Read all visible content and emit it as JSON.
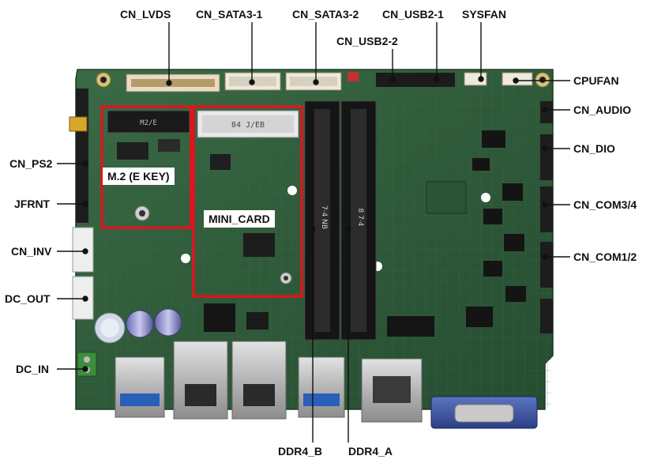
{
  "labels": {
    "cn_lvds": "CN_LVDS",
    "cn_sata3_1": "CN_SATA3-1",
    "cn_sata3_2": "CN_SATA3-2",
    "cn_usb2_1": "CN_USB2-1",
    "sysfan": "SYSFAN",
    "cn_usb2_2": "CN_USB2-2",
    "cpufan": "CPUFAN",
    "cn_audio": "CN_AUDIO",
    "cn_dio": "CN_DIO",
    "cn_com34": "CN_COM3/4",
    "cn_com12": "CN_COM1/2",
    "cn_ps2": "CN_PS2",
    "jfrnt": "JFRNT",
    "cn_inv": "CN_INV",
    "dc_out": "DC_OUT",
    "dc_in": "DC_IN",
    "ddr4_b": "DDR4_B",
    "ddr4_a": "DDR4_A",
    "m2_ekey": "M.2 (E KEY)",
    "mini_card": "MINI_CARD"
  },
  "board_text": {
    "sodimm_b": "7·4 NB",
    "sodimm_a": "8 7·4",
    "m2_silk": "M2/E",
    "mini_silk": "84 J/EB"
  },
  "colors": {
    "pcb": "#2f5a3a",
    "highlight": "#e0141e",
    "leader": "#111111"
  }
}
